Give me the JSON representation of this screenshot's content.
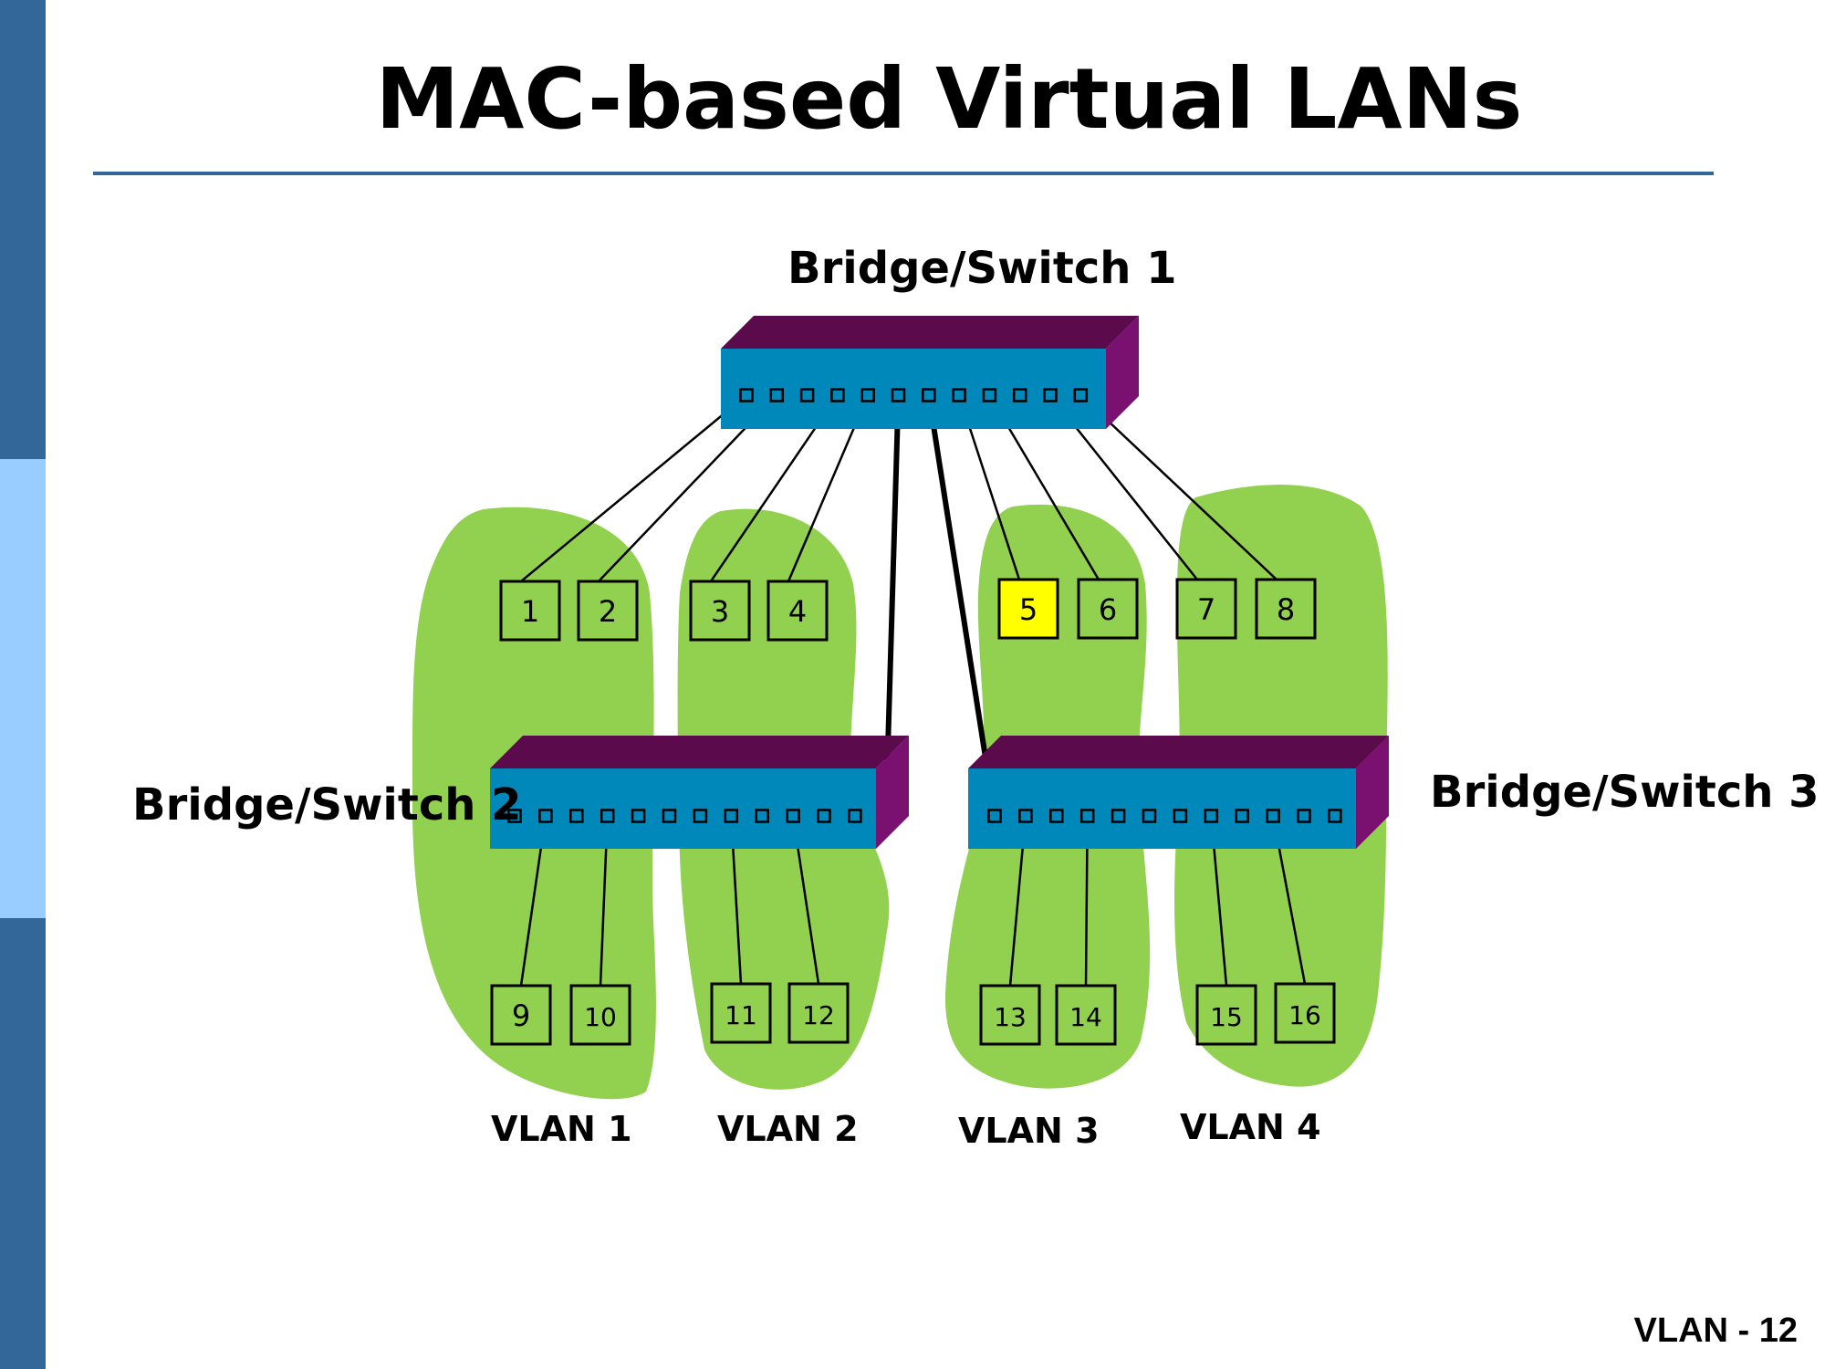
{
  "slide": {
    "title": "MAC-based Virtual LANs",
    "footer": "VLAN - 12"
  },
  "switches": [
    {
      "id": "s1",
      "label": "Bridge/Switch 1"
    },
    {
      "id": "s2",
      "label": "Bridge/Switch 2"
    },
    {
      "id": "s3",
      "label": "Bridge/Switch 3"
    }
  ],
  "hosts": [
    {
      "label": "1",
      "vlan": 1,
      "switch": "s1",
      "port": 1
    },
    {
      "label": "2",
      "vlan": 1,
      "switch": "s1",
      "port": 2
    },
    {
      "label": "3",
      "vlan": 2,
      "switch": "s1",
      "port": 4
    },
    {
      "label": "4",
      "vlan": 2,
      "switch": "s1",
      "port": 5
    },
    {
      "label": "5",
      "vlan": 3,
      "switch": "s1",
      "port": 8,
      "highlighted": true
    },
    {
      "label": "6",
      "vlan": 3,
      "switch": "s1",
      "port": 9
    },
    {
      "label": "7",
      "vlan": 4,
      "switch": "s1",
      "port": 11
    },
    {
      "label": "8",
      "vlan": 4,
      "switch": "s1",
      "port": 12
    },
    {
      "label": "9",
      "vlan": 1,
      "switch": "s2",
      "port": 2
    },
    {
      "label": "10",
      "vlan": 1,
      "switch": "s2",
      "port": 4
    },
    {
      "label": "11",
      "vlan": 2,
      "switch": "s2",
      "port": 8
    },
    {
      "label": "12",
      "vlan": 2,
      "switch": "s2",
      "port": 10
    },
    {
      "label": "13",
      "vlan": 3,
      "switch": "s3",
      "port": 2
    },
    {
      "label": "14",
      "vlan": 3,
      "switch": "s3",
      "port": 4
    },
    {
      "label": "15",
      "vlan": 4,
      "switch": "s3",
      "port": 8
    },
    {
      "label": "16",
      "vlan": 4,
      "switch": "s3",
      "port": 10
    }
  ],
  "trunks": [
    {
      "from": "s1",
      "from_port": 6,
      "to": "s2",
      "to_port": 13
    },
    {
      "from": "s1",
      "from_port": 7,
      "to": "s3",
      "to_port": 1
    }
  ],
  "vlans": [
    {
      "id": 1,
      "label": "VLAN 1"
    },
    {
      "id": 2,
      "label": "VLAN 2"
    },
    {
      "id": 3,
      "label": "VLAN 3"
    },
    {
      "id": 4,
      "label": "VLAN 4"
    }
  ],
  "colors": {
    "vlan_region": "#92d050",
    "switch_front": "#0088bb",
    "switch_top": "#5b0a4c",
    "switch_side": "#7a1070",
    "host_highlight": "#ffff00",
    "accent_bar": "#336699",
    "accent_bar_light": "#99ccff"
  }
}
